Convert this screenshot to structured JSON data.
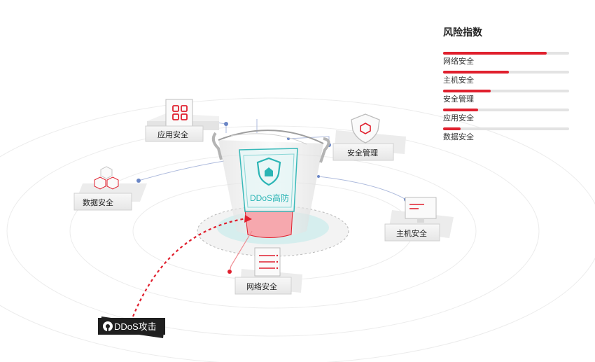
{
  "diagram": {
    "center_label": "DDoS高防",
    "nodes": {
      "app": "应用安全",
      "data": "数据安全",
      "mgmt": "安全管理",
      "host": "主机安全",
      "net": "网络安全"
    },
    "attack_label": "DDoS攻击"
  },
  "risk_panel": {
    "title": "风险指数",
    "items": [
      {
        "label": "网络安全",
        "level": 0.82
      },
      {
        "label": "主机安全",
        "level": 0.52
      },
      {
        "label": "安全管理",
        "level": 0.38
      },
      {
        "label": "应用安全",
        "level": 0.28
      },
      {
        "label": "数据安全",
        "level": 0.14
      }
    ]
  },
  "colors": {
    "accent": "#e0202e",
    "teal": "#2ab5b5",
    "link": "#6a86c6"
  }
}
